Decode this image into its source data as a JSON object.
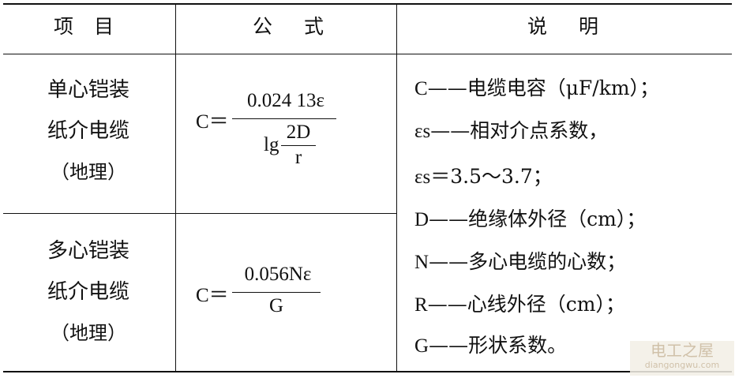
{
  "header": {
    "col1": "项目",
    "col2": "公式",
    "col3": "说明"
  },
  "rows": [
    {
      "name_lines": [
        "单心铠装",
        "纸介电缆",
        "（地理）"
      ],
      "formula": {
        "lhs": "C＝",
        "numerator": "0.024 13ε",
        "den_prefix": "lg",
        "den_num": "2D",
        "den_den": "r"
      }
    },
    {
      "name_lines": [
        "多心铠装",
        "纸介电缆",
        "（地理）"
      ],
      "formula": {
        "lhs": "C＝",
        "numerator": "0.056Nε",
        "denominator": "G"
      }
    }
  ],
  "notes": [
    {
      "sym": "C",
      "dash": "——",
      "text": "电缆电容（μF/km）；"
    },
    {
      "sym": "εs",
      "dash": "——",
      "text": "相对介点系数，"
    },
    {
      "sym": "εs",
      "dash": "",
      "text": "＝3.5～3.7；"
    },
    {
      "sym": "D",
      "dash": "——",
      "text": "绝缘体外径（cm）；"
    },
    {
      "sym": "N",
      "dash": "——",
      "text": "多心电缆的心数；"
    },
    {
      "sym": "R",
      "dash": "——",
      "text": "心线外径（cm）；"
    },
    {
      "sym": "G",
      "dash": "——",
      "text": "形状系数。"
    }
  ],
  "watermark": {
    "title": "电工之屋",
    "url": "diangongwu.com"
  }
}
